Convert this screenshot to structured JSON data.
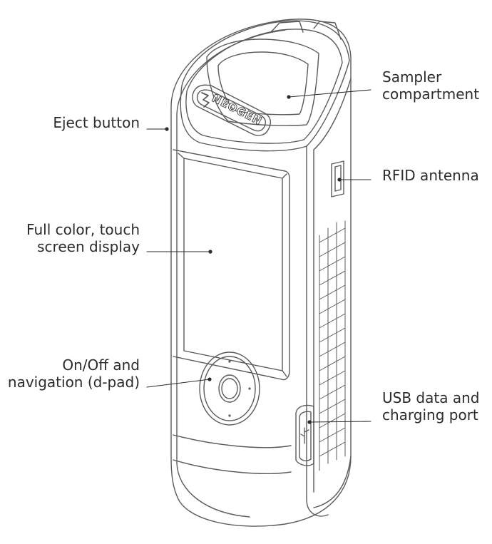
{
  "brand": {
    "logo_text": "NEOGEN"
  },
  "callouts": {
    "eject": {
      "lines": [
        "Eject button"
      ]
    },
    "display": {
      "lines": [
        "Full color, touch",
        "screen display"
      ]
    },
    "dpad": {
      "lines": [
        "On/Off and",
        "navigation (d-pad)"
      ]
    },
    "sampler": {
      "lines": [
        "Sampler",
        "compartment"
      ]
    },
    "rfid": {
      "lines": [
        "RFID antenna"
      ]
    },
    "usb": {
      "lines": [
        "USB data and",
        "charging port"
      ]
    }
  },
  "colors": {
    "outline": "#5a5a5a",
    "text": "#2b2b2b",
    "background": "#ffffff"
  }
}
